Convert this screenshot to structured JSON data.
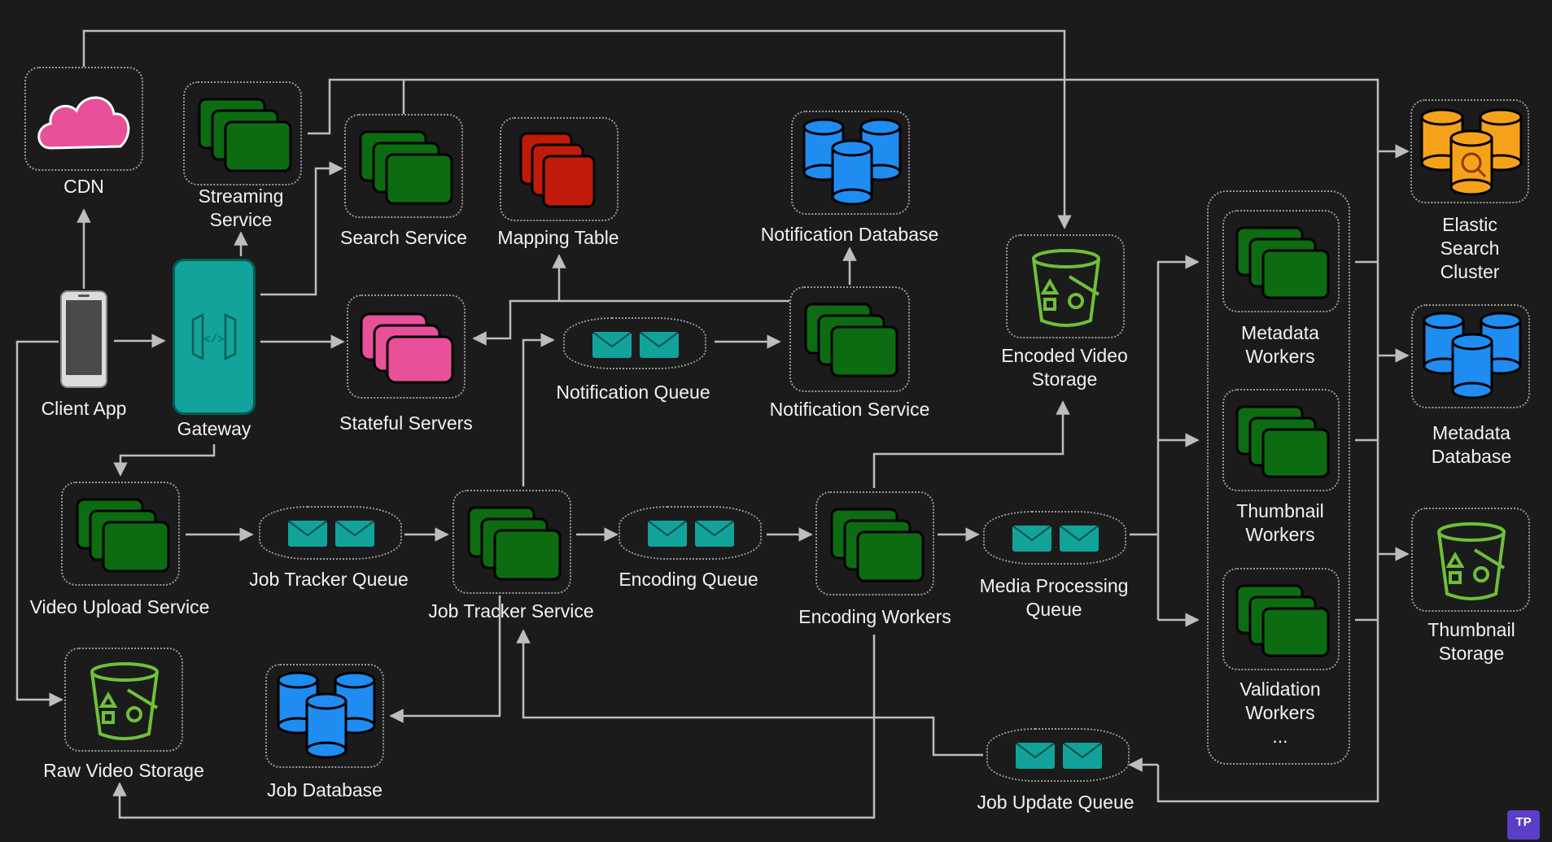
{
  "title": "",
  "colors": {
    "background": "#1b1b1b",
    "service_green": "#0d6b12",
    "service_red": "#c01a0a",
    "stateful_pink": "#e8509a",
    "database_blue": "#1e8cf0",
    "elastic_orange": "#f5a21a",
    "gateway_teal": "#12a39a",
    "storage_green": "#6fbf3a",
    "arrow": "#bdbdbd"
  },
  "nodes": {
    "cdn": {
      "label": "CDN",
      "icon": "cloud-icon"
    },
    "streaming_service": {
      "label": "Streaming\nService",
      "icon": "servers-icon"
    },
    "search_service": {
      "label": "Search Service",
      "icon": "servers-icon"
    },
    "mapping_table": {
      "label": "Mapping Table",
      "icon": "servers-icon"
    },
    "notification_database": {
      "label": "Notification Database",
      "icon": "database-icon"
    },
    "elastic_search_cluster": {
      "label": "Elastic Search\nCluster",
      "icon": "search-database-icon"
    },
    "client_app": {
      "label": "Client App",
      "icon": "phone-icon"
    },
    "gateway": {
      "label": "Gateway",
      "icon": "gateway-icon"
    },
    "stateful_servers": {
      "label": "Stateful Servers",
      "icon": "servers-icon"
    },
    "notification_queue": {
      "label": "Notification Queue",
      "icon": "queue-icon"
    },
    "notification_service": {
      "label": "Notification Service",
      "icon": "servers-icon"
    },
    "encoded_video_storage": {
      "label": "Encoded Video\nStorage",
      "icon": "bucket-icon"
    },
    "metadata_workers": {
      "label": "Metadata\nWorkers",
      "icon": "servers-icon"
    },
    "metadata_database": {
      "label": "Metadata\nDatabase",
      "icon": "database-icon"
    },
    "video_upload_service": {
      "label": "Video Upload Service",
      "icon": "servers-icon"
    },
    "job_tracker_queue": {
      "label": "Job Tracker Queue",
      "icon": "queue-icon"
    },
    "job_tracker_service": {
      "label": "Job Tracker Service",
      "icon": "servers-icon"
    },
    "encoding_queue": {
      "label": "Encoding Queue",
      "icon": "queue-icon"
    },
    "encoding_workers": {
      "label": "Encoding Workers",
      "icon": "servers-icon"
    },
    "media_processing_queue": {
      "label": "Media Processing\nQueue",
      "icon": "queue-icon"
    },
    "thumbnail_workers": {
      "label": "Thumbnail\nWorkers",
      "icon": "servers-icon"
    },
    "thumbnail_storage": {
      "label": "Thumbnail\nStorage",
      "icon": "bucket-icon"
    },
    "raw_video_storage": {
      "label": "Raw Video Storage",
      "icon": "bucket-icon"
    },
    "job_database": {
      "label": "Job Database",
      "icon": "database-icon"
    },
    "validation_workers": {
      "label": "Validation\nWorkers\n...",
      "icon": "servers-icon"
    },
    "job_update_queue": {
      "label": "Job Update Queue",
      "icon": "queue-icon"
    }
  },
  "badge": {
    "text": "TP"
  }
}
